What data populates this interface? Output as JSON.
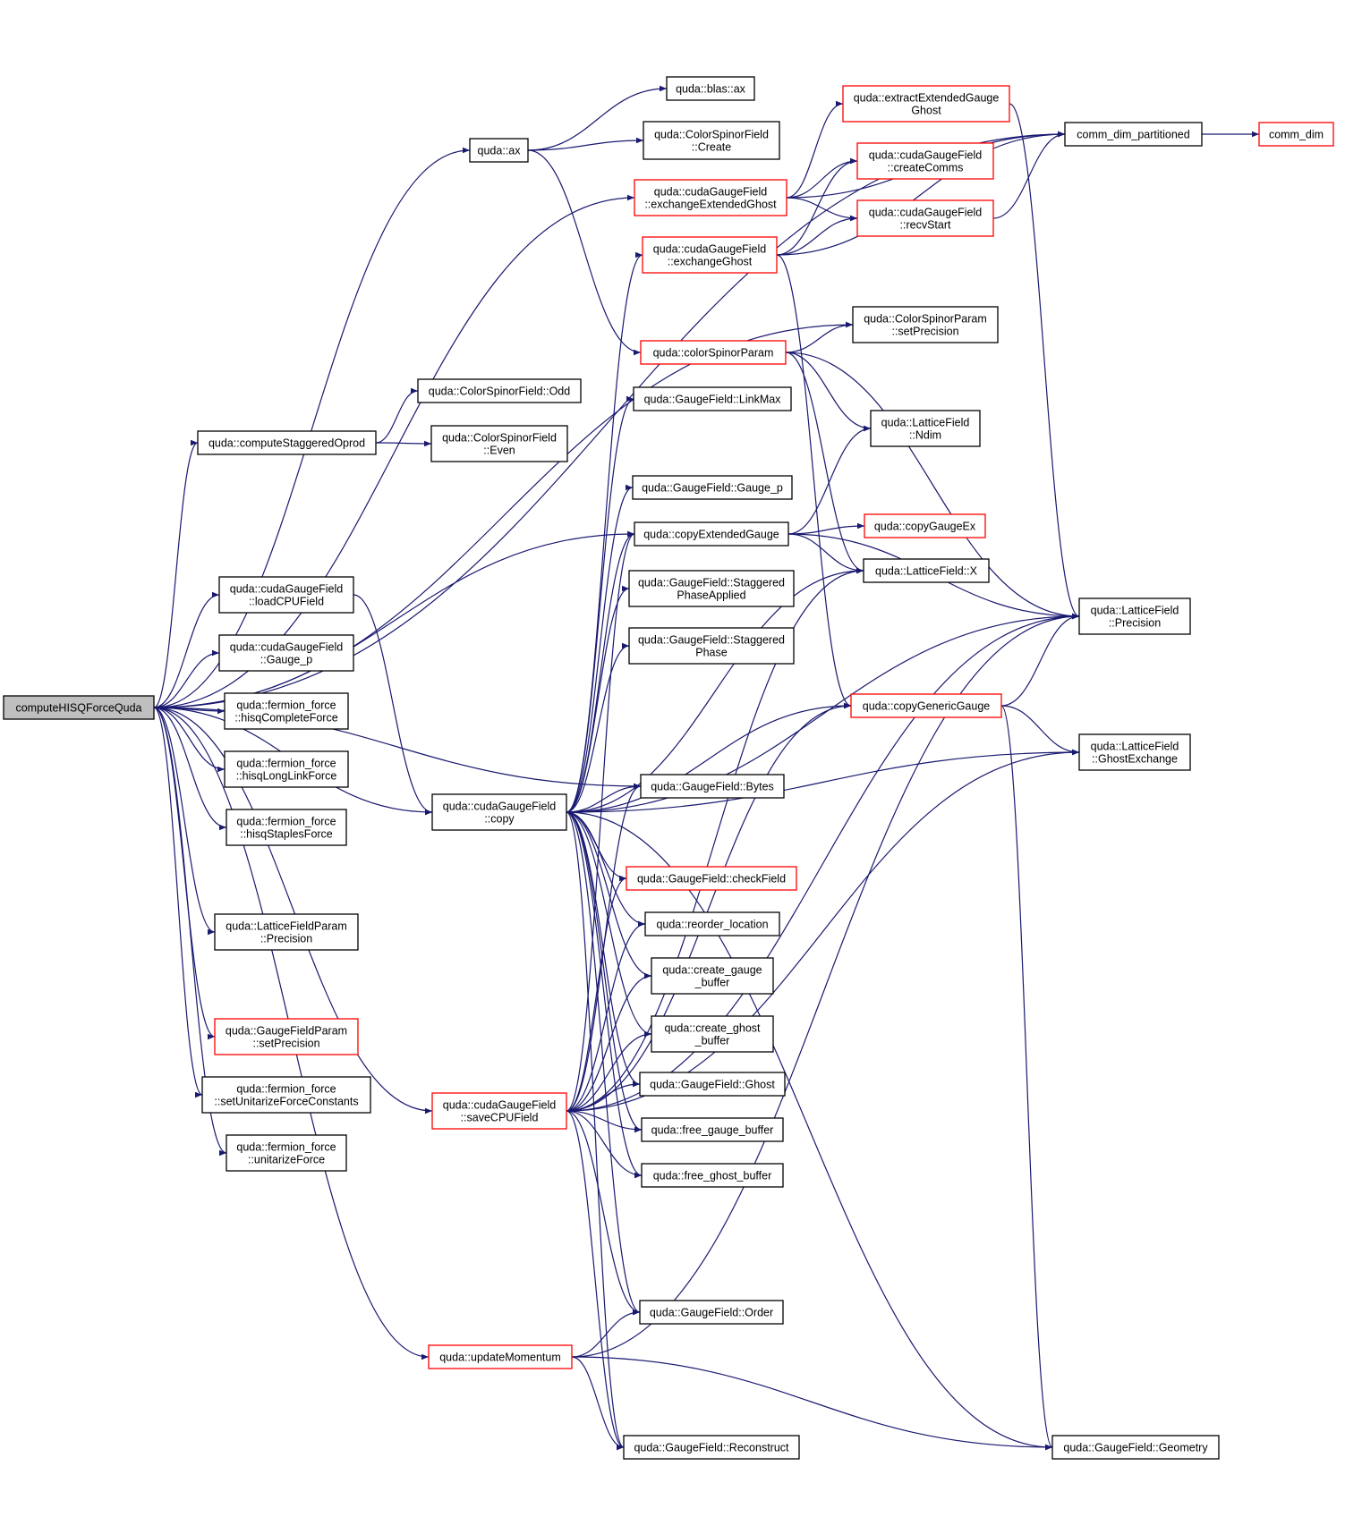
{
  "graph": {
    "nodes": [
      {
        "id": "root",
        "lines": [
          "computeHISQForceQuda"
        ],
        "style": "root"
      },
      {
        "id": "blas_ax",
        "lines": [
          "quda::blas::ax"
        ],
        "style": "black"
      },
      {
        "id": "csf_create",
        "lines": [
          "quda::ColorSpinorField",
          "::Create"
        ],
        "style": "black"
      },
      {
        "id": "ax",
        "lines": [
          "quda::ax"
        ],
        "style": "black"
      },
      {
        "id": "extract_ghost",
        "lines": [
          "quda::extractExtendedGauge",
          "Ghost"
        ],
        "style": "red"
      },
      {
        "id": "create_comms",
        "lines": [
          "quda::cudaGaugeField",
          "::createComms"
        ],
        "style": "red"
      },
      {
        "id": "exch_ext_ghost",
        "lines": [
          "quda::cudaGaugeField",
          "::exchangeExtendedGhost"
        ],
        "style": "red"
      },
      {
        "id": "recv_start",
        "lines": [
          "quda::cudaGaugeField",
          "::recvStart"
        ],
        "style": "red"
      },
      {
        "id": "exch_ghost",
        "lines": [
          "quda::cudaGaugeField",
          "::exchangeGhost"
        ],
        "style": "red"
      },
      {
        "id": "comm_dim_part",
        "lines": [
          "comm_dim_partitioned"
        ],
        "style": "black"
      },
      {
        "id": "comm_dim",
        "lines": [
          "comm_dim"
        ],
        "style": "red"
      },
      {
        "id": "csp_set_prec",
        "lines": [
          "quda::ColorSpinorParam",
          "::setPrecision"
        ],
        "style": "black"
      },
      {
        "id": "color_spinor_param",
        "lines": [
          "quda::colorSpinorParam"
        ],
        "style": "red"
      },
      {
        "id": "csf_odd",
        "lines": [
          "quda::ColorSpinorField::Odd"
        ],
        "style": "black"
      },
      {
        "id": "gf_linkmax",
        "lines": [
          "quda::GaugeField::LinkMax"
        ],
        "style": "black"
      },
      {
        "id": "lf_ndim",
        "lines": [
          "quda::LatticeField",
          "::Ndim"
        ],
        "style": "black"
      },
      {
        "id": "compute_stag_oprod",
        "lines": [
          "quda::computeStaggeredOprod"
        ],
        "style": "black"
      },
      {
        "id": "csf_even",
        "lines": [
          "quda::ColorSpinorField",
          "::Even"
        ],
        "style": "black"
      },
      {
        "id": "gf_gauge_p",
        "lines": [
          "quda::GaugeField::Gauge_p"
        ],
        "style": "black"
      },
      {
        "id": "copy_ext_gauge",
        "lines": [
          "quda::copyExtendedGauge"
        ],
        "style": "black"
      },
      {
        "id": "copy_gauge_ex",
        "lines": [
          "quda::copyGaugeEx"
        ],
        "style": "red"
      },
      {
        "id": "lf_x",
        "lines": [
          "quda::LatticeField::X"
        ],
        "style": "black"
      },
      {
        "id": "load_cpu_field",
        "lines": [
          "quda::cudaGaugeField",
          "::loadCPUField"
        ],
        "style": "black"
      },
      {
        "id": "gf_stag_phase_applied",
        "lines": [
          "quda::GaugeField::Staggered",
          "PhaseApplied"
        ],
        "style": "black"
      },
      {
        "id": "lf_precision",
        "lines": [
          "quda::LatticeField",
          "::Precision"
        ],
        "style": "black"
      },
      {
        "id": "cgf_gauge_p",
        "lines": [
          "quda::cudaGaugeField",
          "::Gauge_p"
        ],
        "style": "black"
      },
      {
        "id": "gf_stag_phase",
        "lines": [
          "quda::GaugeField::Staggered",
          "Phase"
        ],
        "style": "black"
      },
      {
        "id": "hisq_complete",
        "lines": [
          "quda::fermion_force",
          "::hisqCompleteForce"
        ],
        "style": "black"
      },
      {
        "id": "copy_generic_gauge",
        "lines": [
          "quda::copyGenericGauge"
        ],
        "style": "red"
      },
      {
        "id": "hisq_long_link",
        "lines": [
          "quda::fermion_force",
          "::hisqLongLinkForce"
        ],
        "style": "black"
      },
      {
        "id": "lf_ghost_exchange",
        "lines": [
          "quda::LatticeField",
          "::GhostExchange"
        ],
        "style": "black"
      },
      {
        "id": "gf_bytes",
        "lines": [
          "quda::GaugeField::Bytes"
        ],
        "style": "black"
      },
      {
        "id": "cgf_copy",
        "lines": [
          "quda::cudaGaugeField",
          "::copy"
        ],
        "style": "black"
      },
      {
        "id": "hisq_staples",
        "lines": [
          "quda::fermion_force",
          "::hisqStaplesForce"
        ],
        "style": "black"
      },
      {
        "id": "gf_check_field",
        "lines": [
          "quda::GaugeField::checkField"
        ],
        "style": "red"
      },
      {
        "id": "reorder_location",
        "lines": [
          "quda::reorder_location"
        ],
        "style": "black"
      },
      {
        "id": "lfp_precision",
        "lines": [
          "quda::LatticeFieldParam",
          "::Precision"
        ],
        "style": "black"
      },
      {
        "id": "create_gauge_buffer",
        "lines": [
          "quda::create_gauge",
          "_buffer"
        ],
        "style": "black"
      },
      {
        "id": "create_ghost_buffer",
        "lines": [
          "quda::create_ghost",
          "_buffer"
        ],
        "style": "black"
      },
      {
        "id": "gfp_set_precision",
        "lines": [
          "quda::GaugeFieldParam",
          "::setPrecision"
        ],
        "style": "red"
      },
      {
        "id": "set_unitarize_consts",
        "lines": [
          "quda::fermion_force",
          "::setUnitarizeForceConstants"
        ],
        "style": "black"
      },
      {
        "id": "gf_ghost",
        "lines": [
          "quda::GaugeField::Ghost"
        ],
        "style": "black"
      },
      {
        "id": "save_cpu_field",
        "lines": [
          "quda::cudaGaugeField",
          "::saveCPUField"
        ],
        "style": "red"
      },
      {
        "id": "free_gauge_buffer",
        "lines": [
          "quda::free_gauge_buffer"
        ],
        "style": "black"
      },
      {
        "id": "unitarize_force",
        "lines": [
          "quda::fermion_force",
          "::unitarizeForce"
        ],
        "style": "black"
      },
      {
        "id": "free_ghost_buffer",
        "lines": [
          "quda::free_ghost_buffer"
        ],
        "style": "black"
      },
      {
        "id": "gf_order",
        "lines": [
          "quda::GaugeField::Order"
        ],
        "style": "black"
      },
      {
        "id": "update_momentum",
        "lines": [
          "quda::updateMomentum"
        ],
        "style": "red"
      },
      {
        "id": "gf_reconstruct",
        "lines": [
          "quda::GaugeField::Reconstruct"
        ],
        "style": "black"
      },
      {
        "id": "gf_geometry",
        "lines": [
          "quda::GaugeField::Geometry"
        ],
        "style": "black"
      }
    ],
    "edges": [
      [
        "root",
        "ax"
      ],
      [
        "root",
        "comm_dim_part"
      ],
      [
        "root",
        "exch_ext_ghost"
      ],
      [
        "root",
        "csp_set_prec"
      ],
      [
        "root",
        "compute_stag_oprod"
      ],
      [
        "root",
        "copy_ext_gauge"
      ],
      [
        "root",
        "load_cpu_field"
      ],
      [
        "root",
        "gf_bytes"
      ],
      [
        "root",
        "cgf_gauge_p"
      ],
      [
        "root",
        "hisq_complete"
      ],
      [
        "root",
        "hisq_long_link"
      ],
      [
        "root",
        "hisq_staples"
      ],
      [
        "root",
        "cgf_copy"
      ],
      [
        "root",
        "lfp_precision"
      ],
      [
        "root",
        "gfp_set_precision"
      ],
      [
        "root",
        "set_unitarize_consts"
      ],
      [
        "root",
        "unitarize_force"
      ],
      [
        "root",
        "save_cpu_field"
      ],
      [
        "root",
        "update_momentum"
      ],
      [
        "ax",
        "blas_ax"
      ],
      [
        "ax",
        "csf_create"
      ],
      [
        "ax",
        "color_spinor_param"
      ],
      [
        "exch_ext_ghost",
        "extract_ghost"
      ],
      [
        "exch_ext_ghost",
        "create_comms"
      ],
      [
        "exch_ext_ghost",
        "recv_start"
      ],
      [
        "exch_ext_ghost",
        "comm_dim_part"
      ],
      [
        "exch_ghost",
        "create_comms"
      ],
      [
        "exch_ghost",
        "recv_start"
      ],
      [
        "exch_ghost",
        "comm_dim_part"
      ],
      [
        "exch_ghost",
        "copy_generic_gauge"
      ],
      [
        "extract_ghost",
        "lf_precision"
      ],
      [
        "recv_start",
        "comm_dim_part"
      ],
      [
        "comm_dim_part",
        "comm_dim"
      ],
      [
        "color_spinor_param",
        "csp_set_prec"
      ],
      [
        "color_spinor_param",
        "lf_ndim"
      ],
      [
        "color_spinor_param",
        "lf_precision"
      ],
      [
        "color_spinor_param",
        "lf_x"
      ],
      [
        "compute_stag_oprod",
        "csf_odd"
      ],
      [
        "compute_stag_oprod",
        "csf_even"
      ],
      [
        "copy_ext_gauge",
        "lf_ndim"
      ],
      [
        "copy_ext_gauge",
        "copy_gauge_ex"
      ],
      [
        "copy_ext_gauge",
        "lf_x"
      ],
      [
        "copy_ext_gauge",
        "lf_precision"
      ],
      [
        "load_cpu_field",
        "cgf_copy"
      ],
      [
        "copy_generic_gauge",
        "lf_precision"
      ],
      [
        "copy_generic_gauge",
        "lf_ghost_exchange"
      ],
      [
        "copy_generic_gauge",
        "gf_geometry"
      ],
      [
        "cgf_copy",
        "exch_ghost"
      ],
      [
        "cgf_copy",
        "gf_linkmax"
      ],
      [
        "cgf_copy",
        "gf_gauge_p"
      ],
      [
        "cgf_copy",
        "copy_ext_gauge"
      ],
      [
        "cgf_copy",
        "gf_stag_phase_applied"
      ],
      [
        "cgf_copy",
        "gf_stag_phase"
      ],
      [
        "cgf_copy",
        "copy_generic_gauge"
      ],
      [
        "cgf_copy",
        "lf_ghost_exchange"
      ],
      [
        "cgf_copy",
        "gf_bytes"
      ],
      [
        "cgf_copy",
        "gf_check_field"
      ],
      [
        "cgf_copy",
        "reorder_location"
      ],
      [
        "cgf_copy",
        "create_gauge_buffer"
      ],
      [
        "cgf_copy",
        "create_ghost_buffer"
      ],
      [
        "cgf_copy",
        "gf_ghost"
      ],
      [
        "cgf_copy",
        "free_gauge_buffer"
      ],
      [
        "cgf_copy",
        "free_ghost_buffer"
      ],
      [
        "cgf_copy",
        "gf_order"
      ],
      [
        "cgf_copy",
        "gf_reconstruct"
      ],
      [
        "cgf_copy",
        "gf_geometry"
      ],
      [
        "cgf_copy",
        "lf_precision"
      ],
      [
        "cgf_copy",
        "lf_x"
      ],
      [
        "save_cpu_field",
        "gf_bytes"
      ],
      [
        "save_cpu_field",
        "gf_check_field"
      ],
      [
        "save_cpu_field",
        "reorder_location"
      ],
      [
        "save_cpu_field",
        "create_gauge_buffer"
      ],
      [
        "save_cpu_field",
        "create_ghost_buffer"
      ],
      [
        "save_cpu_field",
        "gf_ghost"
      ],
      [
        "save_cpu_field",
        "free_gauge_buffer"
      ],
      [
        "save_cpu_field",
        "free_ghost_buffer"
      ],
      [
        "save_cpu_field",
        "gf_order"
      ],
      [
        "save_cpu_field",
        "gf_reconstruct"
      ],
      [
        "save_cpu_field",
        "copy_generic_gauge"
      ],
      [
        "save_cpu_field",
        "lf_precision"
      ],
      [
        "save_cpu_field",
        "lf_ghost_exchange"
      ],
      [
        "save_cpu_field",
        "copy_ext_gauge"
      ],
      [
        "save_cpu_field",
        "lf_x"
      ],
      [
        "update_momentum",
        "gf_order"
      ],
      [
        "update_momentum",
        "gf_reconstruct"
      ],
      [
        "update_momentum",
        "gf_geometry"
      ],
      [
        "update_momentum",
        "lf_precision"
      ]
    ]
  }
}
